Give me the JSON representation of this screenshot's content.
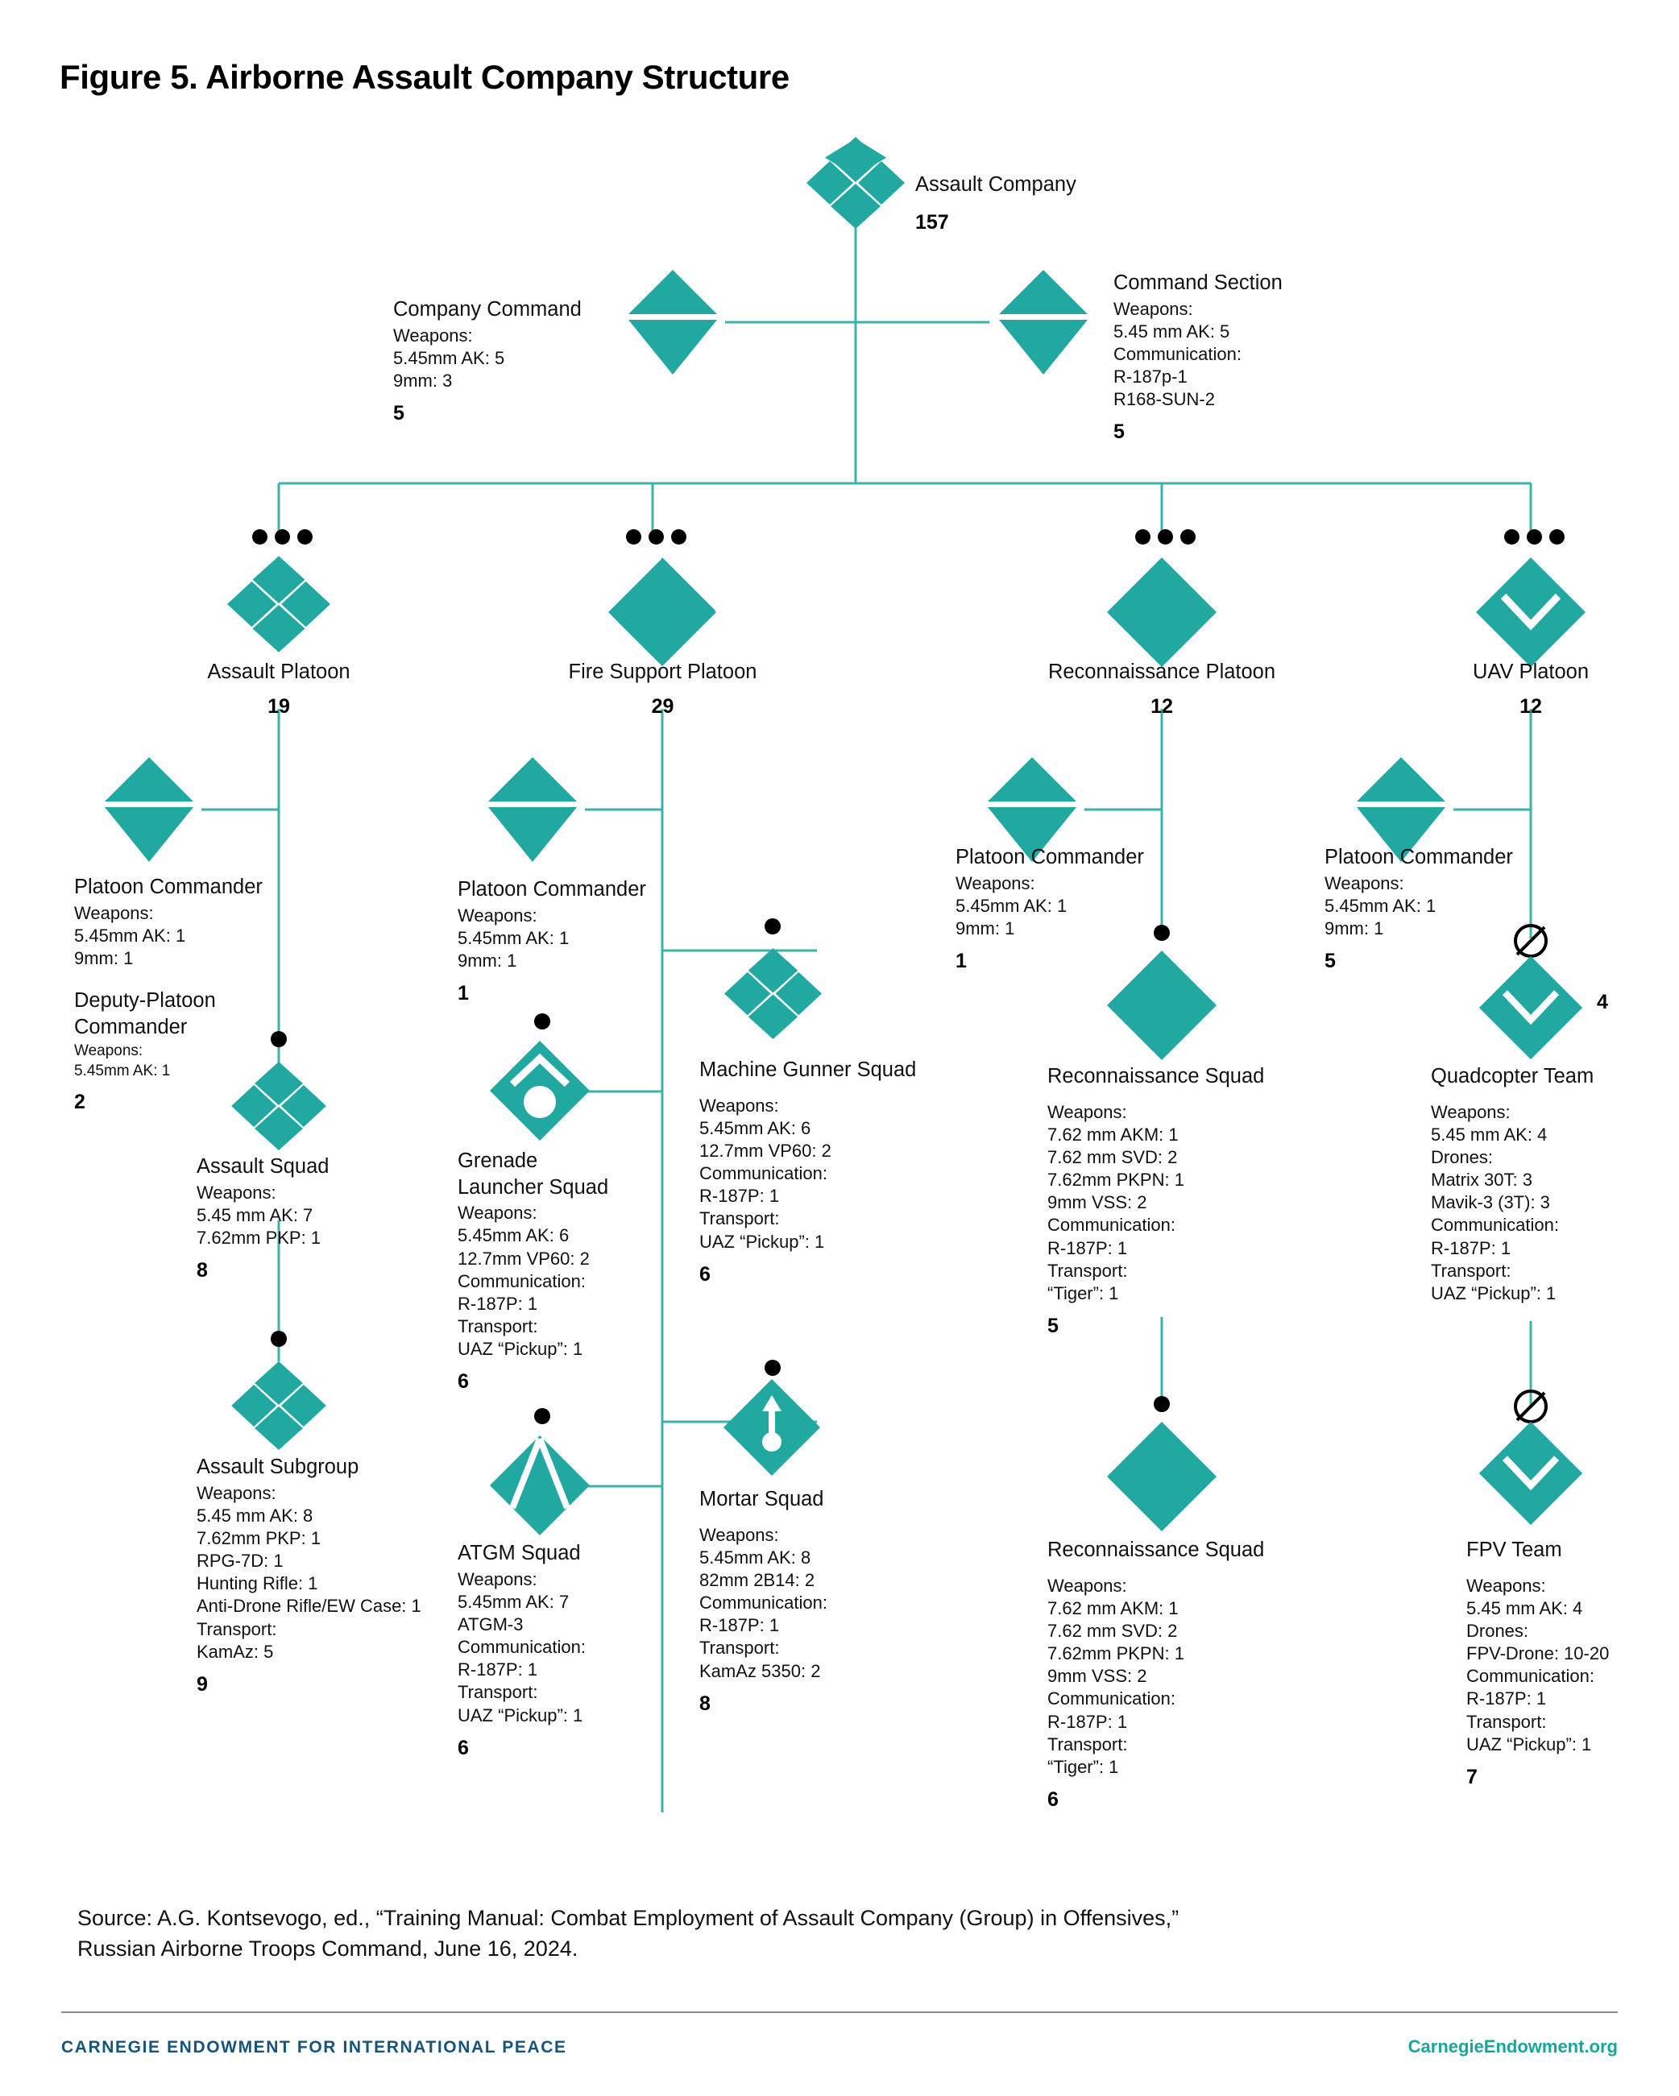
{
  "figure": {
    "title": "Figure 5. Airborne Assault Company Structure",
    "accent_color": "#21a8a0",
    "line_color": "#3bb3aa",
    "brand_color": "#14557e",
    "site_color": "#13a89e"
  },
  "root": {
    "name": "Assault Company",
    "total": "157",
    "symbol": "company-quad-diamond"
  },
  "top_row": [
    {
      "id": "company-command",
      "name": "Company Command",
      "details": "Weapons:\n5.45mm AK: 5\n9mm: 3",
      "total": "5",
      "symbol": "section-split-diamond"
    },
    {
      "id": "command-section",
      "name": "Command Section",
      "details": "Weapons:\n5.45 mm AK: 5\nCommunication:\nR-187p-1\nR168-SUN-2",
      "total": "5",
      "symbol": "section-split-diamond"
    }
  ],
  "platoons": [
    {
      "id": "assault-platoon",
      "name": "Assault Platoon",
      "total": "19",
      "symbol": "quad-diamond",
      "rank_dots": 3
    },
    {
      "id": "fire-support-platoon",
      "name": "Fire Support Platoon",
      "total": "29",
      "symbol": "diagonal-stripe-diamond",
      "rank_dots": 3
    },
    {
      "id": "reconnaissance-platoon",
      "name": "Reconnaissance Platoon",
      "total": "12",
      "symbol": "plain-diamond",
      "rank_dots": 3
    },
    {
      "id": "uav-platoon",
      "name": "UAV Platoon",
      "total": "12",
      "symbol": "chevron-diamond",
      "rank_dots": 3
    }
  ],
  "units": {
    "assault_platoon_commander": {
      "name": "Platoon Commander",
      "details": "Weapons:\n5.45mm AK: 1\n9mm: 1",
      "name2": "Deputy-Platoon\nCommander",
      "details2": "Weapons:\n5.45mm AK: 1",
      "total": "2",
      "symbol": "section-split-diamond"
    },
    "assault_squad": {
      "name": "Assault Squad",
      "details": "Weapons:\n5.45 mm AK: 7\n7.62mm PKP: 1",
      "total": "8",
      "symbol": "quad-diamond",
      "rank_dots": 1
    },
    "assault_subgroup": {
      "name": "Assault Subgroup",
      "details": "Weapons:\n5.45 mm AK: 8\n7.62mm PKP: 1\nRPG-7D: 1\nHunting Rifle: 1\nAnti-Drone Rifle/EW Case: 1\nTransport:\nKamAz: 5",
      "total": "9",
      "symbol": "quad-diamond",
      "rank_dots": 1
    },
    "fire_support_platoon_commander": {
      "name": "Platoon Commander",
      "details": "Weapons:\n5.45mm AK: 1\n9mm: 1",
      "total": "1",
      "symbol": "section-split-diamond"
    },
    "grenade_launcher_squad": {
      "name": "Grenade\nLauncher Squad",
      "details": "Weapons:\n5.45mm AK: 6\n12.7mm VP60: 2\nCommunication:\nR-187P: 1\nTransport:\nUAZ “Pickup”: 1",
      "total": "6",
      "symbol": "grenade-launcher-diamond",
      "rank_dots": 1
    },
    "atgm_squad": {
      "name": "ATGM Squad",
      "details": "Weapons:\n5.45mm AK: 7\nATGM-3\nCommunication:\nR-187P: 1\nTransport:\nUAZ “Pickup”: 1",
      "total": "6",
      "symbol": "atgm-diamond",
      "rank_dots": 1
    },
    "machine_gunner_squad": {
      "name": "Machine Gunner Squad",
      "details": "Weapons:\n5.45mm AK: 6\n12.7mm VP60: 2\nCommunication:\nR-187P: 1\nTransport:\nUAZ “Pickup”: 1",
      "total": "6",
      "symbol": "quad-diamond",
      "rank_dots": 1
    },
    "mortar_squad": {
      "name": "Mortar Squad",
      "details": "Weapons:\n5.45mm AK: 8\n82mm 2B14: 2\nCommunication:\nR-187P: 1\nTransport:\nKamAz 5350: 2",
      "total": "8",
      "symbol": "mortar-diamond",
      "rank_dots": 1
    },
    "recon_platoon_commander": {
      "name": "Platoon Commander",
      "details": "Weapons:\n5.45mm AK: 1\n9mm: 1",
      "total": "1",
      "symbol": "section-split-diamond"
    },
    "recon_squad_1": {
      "name": "Reconnaissance Squad",
      "details": "Weapons:\n7.62 mm AKM: 1\n7.62 mm SVD: 2\n7.62mm PKPN: 1\n9mm VSS: 2\nCommunication:\nR-187P: 1\nTransport:\n“Tiger”: 1",
      "total": "5",
      "symbol": "plain-diamond",
      "rank_dots": 1
    },
    "recon_squad_2": {
      "name": "Reconnaissance Squad",
      "details": "Weapons:\n7.62 mm AKM: 1\n7.62 mm SVD: 2\n7.62mm PKPN: 1\n9mm VSS: 2\nCommunication:\nR-187P: 1\nTransport:\n“Tiger”: 1",
      "total": "6",
      "symbol": "plain-diamond",
      "rank_dots": 1
    },
    "uav_platoon_commander": {
      "name": "Platoon Commander",
      "details": "Weapons:\n5.45mm AK: 1\n9mm: 1",
      "total": "5",
      "symbol": "section-split-diamond"
    },
    "quadcopter_team": {
      "name": "Quadcopter Team",
      "details": "Weapons:\n5.45 mm AK: 4\nDrones:\nMatrix 30T: 3\nMavik-3 (3T): 3\nCommunication:\nR-187P: 1\nTransport:\nUAZ “Pickup”: 1",
      "total": "4",
      "symbol": "chevron-diamond",
      "marker": "null-set"
    },
    "fpv_team": {
      "name": "FPV Team",
      "details": "Weapons:\n5.45 mm AK: 4\nDrones:\nFPV-Drone: 10-20\nCommunication:\nR-187P: 1\nTransport:\nUAZ “Pickup”: 1",
      "total": "7",
      "symbol": "chevron-diamond",
      "marker": "null-set"
    }
  },
  "footer": {
    "source": "Source: A.G. Kontsevogo, ed., “Training Manual: Combat Employment of Assault Company (Group) in Offensives,”\nRussian Airborne Troops Command, June 16, 2024.",
    "brand": "CARNEGIE ENDOWMENT FOR INTERNATIONAL PEACE",
    "site": "CarnegieEndowment.org"
  }
}
